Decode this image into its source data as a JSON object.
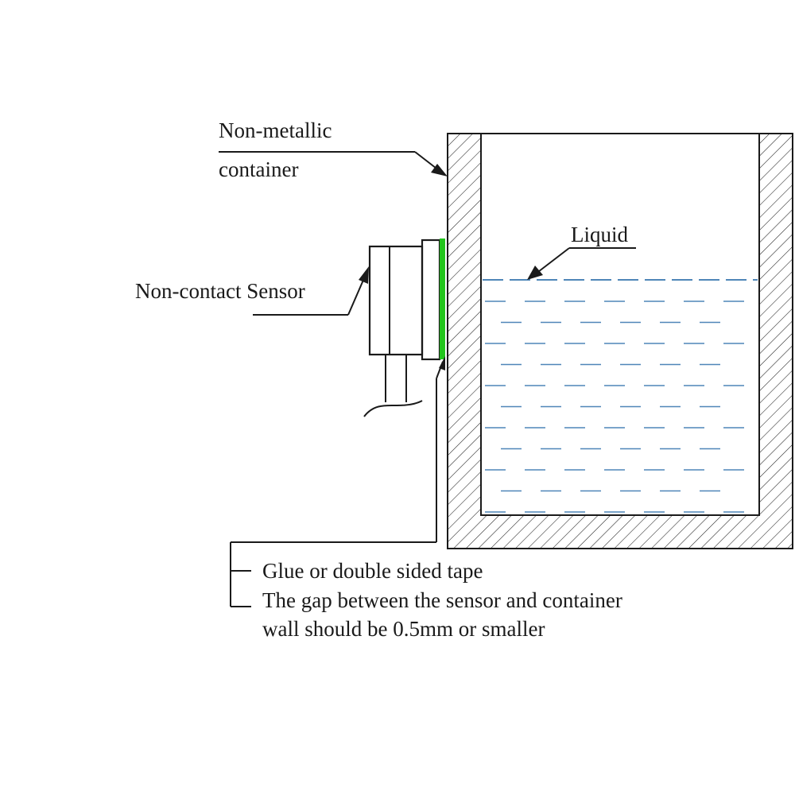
{
  "labels": {
    "container_line1": "Non-metallic",
    "container_line2": "container",
    "liquid": "Liquid",
    "sensor": "Non-contact Sensor",
    "glue": "Glue or double sided tape",
    "gap_line1": "The gap between the sensor and container",
    "gap_line2": "wall should be 0.5mm or smaller"
  },
  "colors": {
    "tape": "#22c51c",
    "liquid": "#4f86b8",
    "outline": "#1a1a1a"
  }
}
